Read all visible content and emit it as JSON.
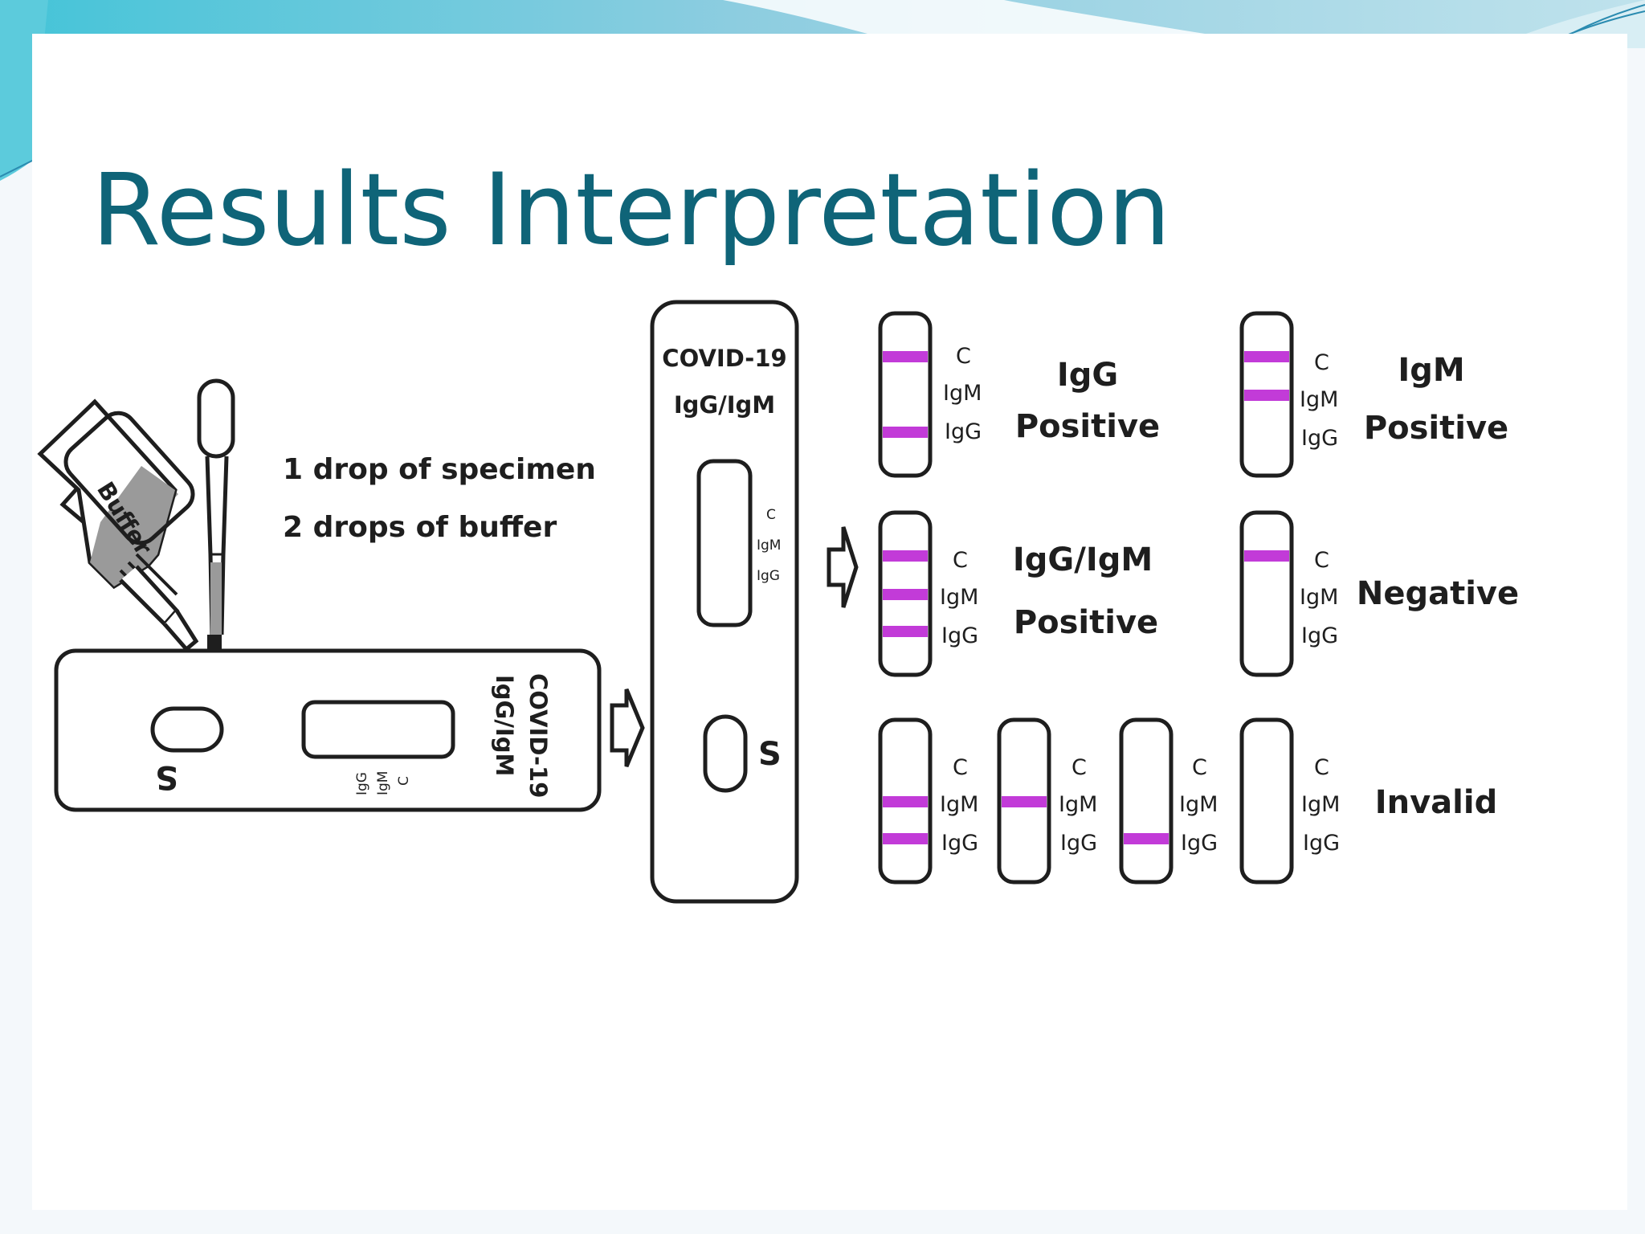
{
  "slide": {
    "title": "Results Interpretation"
  },
  "colors": {
    "title": "#0f6478",
    "test_line": "#c23bd8",
    "outline": "#1e1e1e",
    "buffer_fill": "#9a9a9a"
  },
  "icons": {
    "buffer_bottom": "buffer-bottle-icon",
    "dropper": "dropper-icon",
    "arrow": "right-arrow-icon"
  },
  "procedure": {
    "bottle_label": "Buffer",
    "step1": "1 drop of specimen",
    "step2": "2 drops of buffer",
    "sample_well": "S",
    "cassette_name": "COVID-19",
    "cassette_sub": "IgG/IgM"
  },
  "line_labels": {
    "c": "C",
    "igm": "IgM",
    "igg": "IgG"
  },
  "cassette_line_labels": {
    "c": "C",
    "igm": "IgM",
    "igg": "IgG"
  },
  "results": {
    "igg_positive": {
      "title": "IgG",
      "subtitle": "Positive",
      "lines": {
        "c": true,
        "igm": false,
        "igg": true
      }
    },
    "igm_positive": {
      "title": "IgM",
      "subtitle": "Positive",
      "lines": {
        "c": true,
        "igm": true,
        "igg": false
      }
    },
    "iggigm_positive": {
      "title": "IgG/IgM",
      "subtitle": "Positive",
      "lines": {
        "c": true,
        "igm": true,
        "igg": true
      }
    },
    "negative": {
      "title": "Negative",
      "lines": {
        "c": true,
        "igm": false,
        "igg": false
      }
    },
    "invalid": {
      "title": "Invalid",
      "strips": [
        {
          "c": false,
          "igm": true,
          "igg": true
        },
        {
          "c": false,
          "igm": true,
          "igg": false
        },
        {
          "c": false,
          "igm": false,
          "igg": true
        },
        {
          "c": false,
          "igm": false,
          "igg": false
        }
      ]
    }
  }
}
